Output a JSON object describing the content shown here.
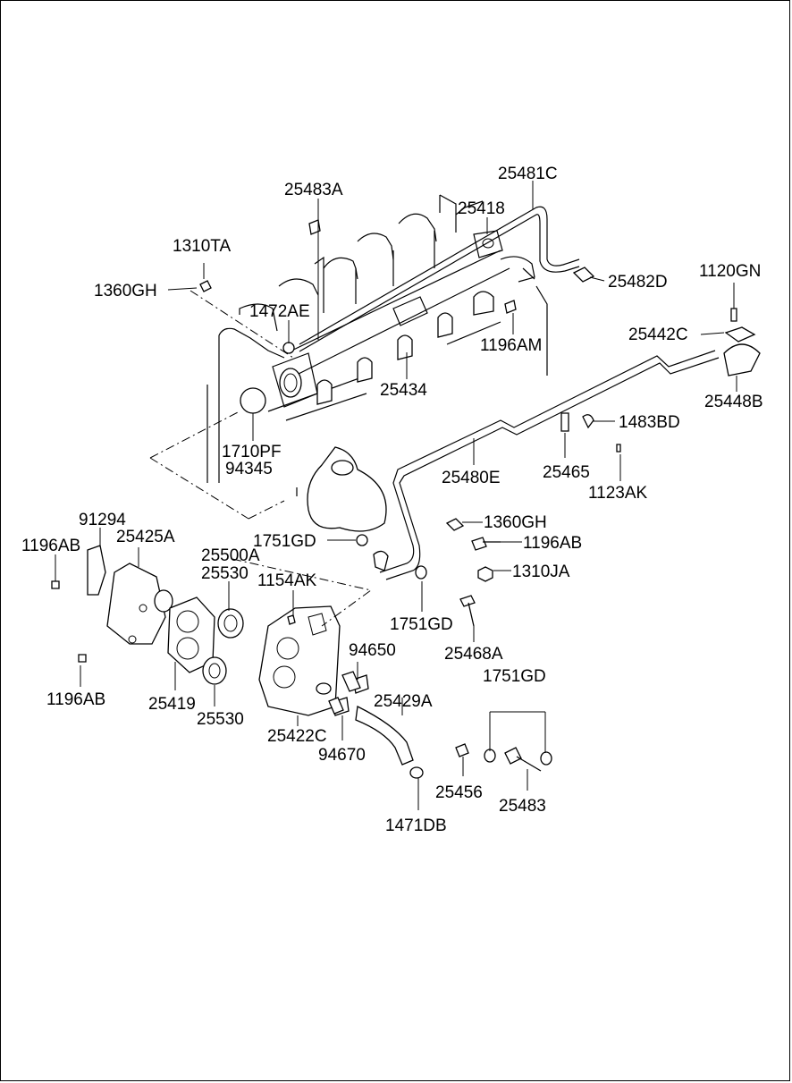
{
  "labels": {
    "p25481C": "25481C",
    "p25483A": "25483A",
    "p25418": "25418",
    "p1310TA": "1310TA",
    "p1360GH_top": "1360GH",
    "p1472AE": "1472AE",
    "p25482D": "25482D",
    "p1120GN": "1120GN",
    "p25442C": "25442C",
    "p1196AM": "1196AM",
    "p25434": "25434",
    "p25448B": "25448B",
    "p1483BD": "1483BD",
    "p1710PF": "1710PF",
    "p94345": "94345",
    "p25465": "25465",
    "p25480E": "25480E",
    "p1123AK": "1123AK",
    "p91294": "91294",
    "p1196AB_left": "1196AB",
    "p25425A": "25425A",
    "p25500A": "25500A",
    "p25530_top": "25530",
    "p1154AK": "1154AK",
    "p1751GD_a": "1751GD",
    "p1360GH_mid": "1360GH",
    "p1196AB_right": "1196AB",
    "p1310JA": "1310JA",
    "p1751GD_b": "1751GD",
    "p25468A": "25468A",
    "p94650": "94650",
    "p1751GD_c": "1751GD",
    "p1196AB_bottom": "1196AB",
    "p25419": "25419",
    "p25530_bottom": "25530",
    "p25429A": "25429A",
    "p25422C": "25422C",
    "p94670": "94670",
    "p25456": "25456",
    "p25483": "25483",
    "p1471DB": "1471DB"
  }
}
